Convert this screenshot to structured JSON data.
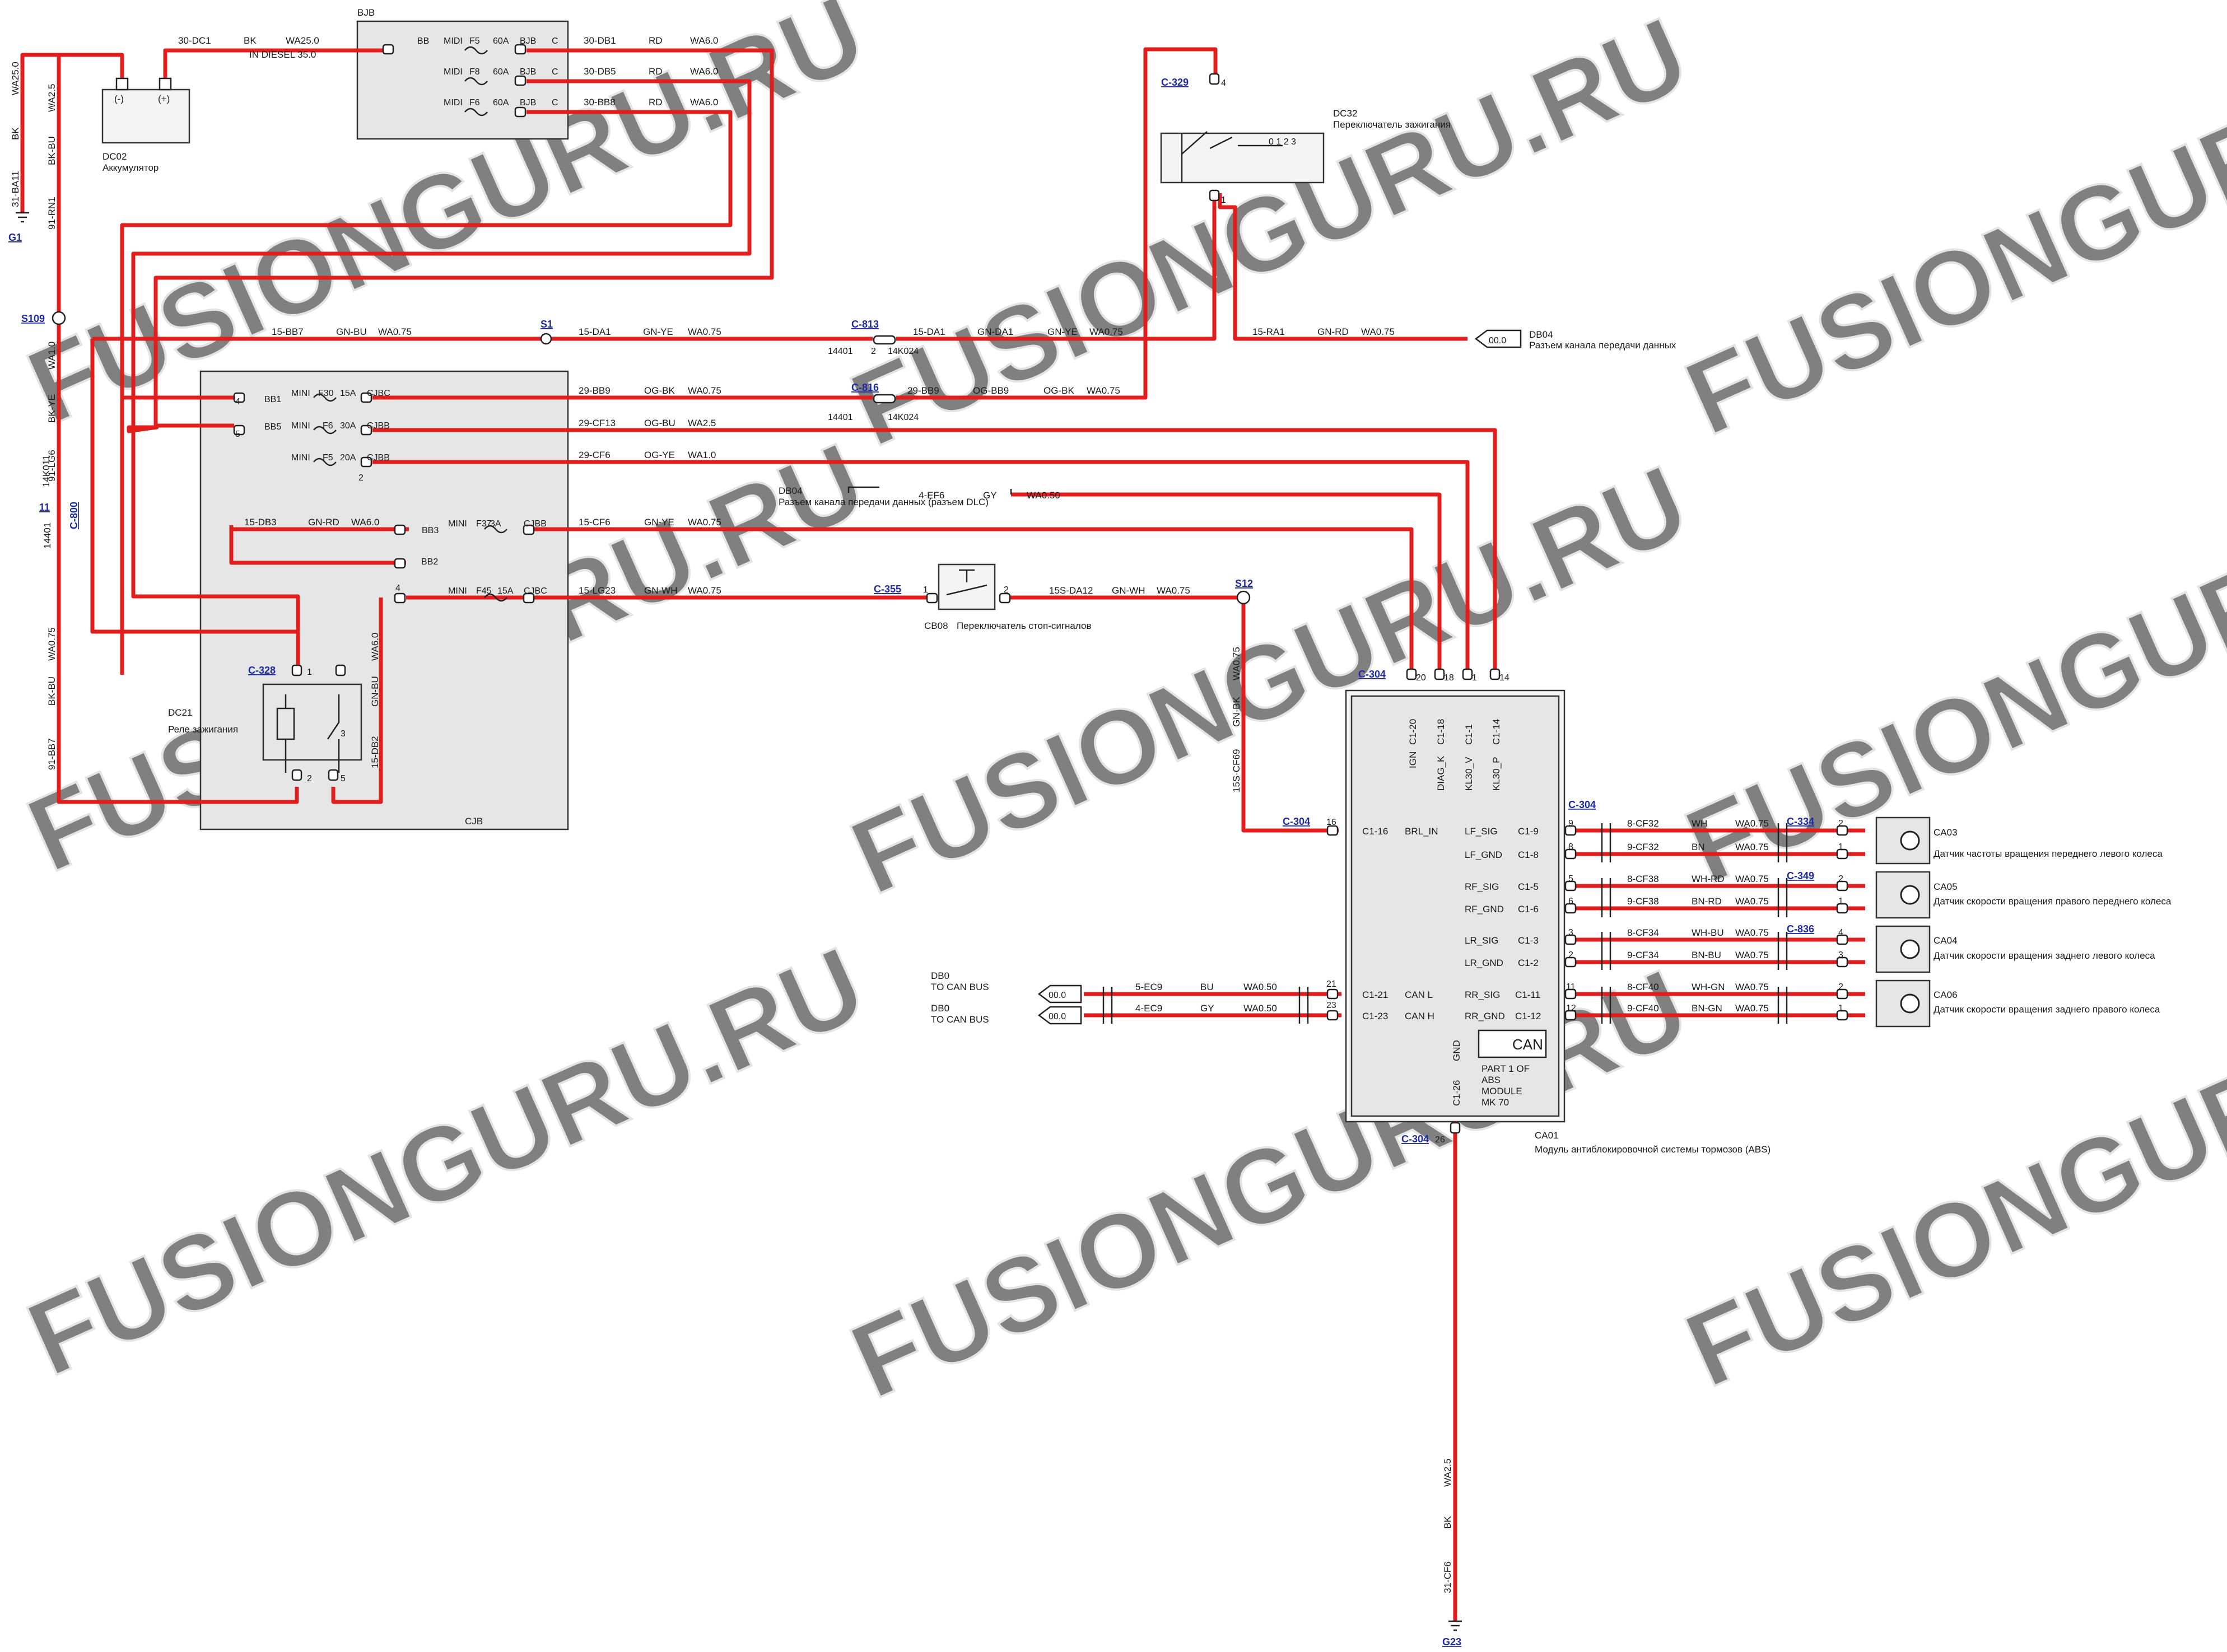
{
  "top": {
    "bjb_label": "BJB",
    "wire_30dc1": "30-DC1",
    "wire_30dc1_color": "BK",
    "wire_30dc1_size": "WA25.0",
    "in_diesel": "IN DIESEL 35.0",
    "bjb_rows": [
      {
        "pin": "BB",
        "fuse": "MIDI",
        "f": "F5",
        "amp": "60A",
        "conn": "BJB",
        "c": "C",
        "wire": "30-DB1",
        "color": "RD",
        "size": "WA6.0"
      },
      {
        "pin": "",
        "fuse": "MIDI",
        "f": "F8",
        "amp": "60A",
        "conn": "BJB",
        "c": "C",
        "wire": "30-DB5",
        "color": "RD",
        "size": "WA6.0"
      },
      {
        "pin": "",
        "fuse": "MIDI",
        "f": "F6",
        "amp": "60A",
        "conn": "BJB",
        "c": "C",
        "wire": "30-BB8",
        "color": "RD",
        "size": "WA6.0"
      }
    ]
  },
  "battery": {
    "code": "DC02",
    "name": "Аккумулятор",
    "minus": "(-)",
    "plus": "(+)",
    "ground": "G1",
    "wire_left": "31-BA11",
    "wire_left_color": "BK",
    "wire_left_size": "WA25.0",
    "wire_right": "91-RN1",
    "wire_right_color": "BK-BU",
    "wire_right_size": "WA2.5"
  },
  "left": {
    "splice": "S109",
    "wire_a_color": "BK-YE",
    "wire_a_size": "WA1.0",
    "wire_a": "14401",
    "c800": "C-800",
    "c800_pin": "11",
    "wire_14k011": "14K011",
    "wire_lg6": "91-LG6",
    "wire_b": "91-BB7",
    "wire_b_color": "BK-BU",
    "wire_b_size": "WA0.75"
  },
  "ignition_switch": {
    "code": "DC32",
    "name": "Переключатель зажигания",
    "conn": "C-329",
    "pin_top": "4",
    "pin_bottom": "1",
    "positions": "0 1 2 3"
  },
  "row_15": {
    "w1": "15-BB7",
    "w1_color": "GN-BU",
    "w1_size": "WA0.75",
    "splice": "S1",
    "w2": "15-DA1",
    "w2_color": "GN-YE",
    "w2_size": "WA0.75",
    "conn": "C-813",
    "conn_pin": "2",
    "conn_a": "14401",
    "conn_b": "14K024",
    "w3": "15-DA1",
    "w3_color": "GN-DA1",
    "w3_color2": "GN-YE",
    "w3_size": "WA0.75",
    "w4": "15-RA1",
    "w4_color": "GN-RD",
    "w4_size": "WA0.75",
    "db04_val": "00.0",
    "db04_code": "DB04",
    "db04_name": "Разъем канала передачи данных"
  },
  "cjb": {
    "label": "CJB",
    "rows": [
      {
        "bb": "BB1",
        "mini": "MINI",
        "f": "F30",
        "amp": "15A",
        "conn": "CJBC",
        "wire": "29-BB9",
        "color": "OG-BK",
        "size": "WA0.75",
        "pin": "4"
      },
      {
        "bb": "BB5",
        "mini": "MINI",
        "f": "F6",
        "amp": "30A",
        "conn": "CJBB",
        "wire": "29-CF13",
        "color": "OG-BU",
        "size": "WA2.5",
        "pin": "5"
      },
      {
        "bb": "",
        "mini": "MINI",
        "f": "F5",
        "amp": "20A",
        "conn": "CJBB",
        "wire": "29-CF6",
        "color": "OG-YE",
        "size": "WA1.0",
        "pin": "2"
      }
    ],
    "c816": "C-816",
    "c816_a": "14401",
    "c816_b": "14K024",
    "c816_wire": "29-BB9",
    "c816_color": "OG-BB9",
    "c816_color2": "OG-BK",
    "c816_size": "WA0.75",
    "db3_wire": "15-DB3",
    "db3_color": "GN-RD",
    "db3_size": "WA6.0",
    "bb3": "BB3",
    "bb3_mini": "MINI",
    "bb3_f": "F37",
    "bb3_amp": "3A",
    "bb3_conn": "CJBB",
    "bb3_wire": "15-CF6",
    "bb3_color": "GN-YE",
    "bb3_size": "WA0.75",
    "bb2": "BB2",
    "lg_pin": "4",
    "lg_mini": "MINI",
    "lg_f": "F45",
    "lg_amp": "15A",
    "lg_conn": "CJBC",
    "lg_wire": "15-LG23",
    "lg_color": "GN-WH",
    "lg_size": "WA0.75",
    "db2_wire": "15-DB2",
    "db2_color": "GN-BU",
    "db2_size": "WA6.0"
  },
  "dlc": {
    "code": "DB04",
    "name": "Разъем канала передачи данных (разъем DLC)",
    "wire": "4-EF6",
    "color": "GY",
    "size": "WA0.50"
  },
  "brake_switch": {
    "conn": "C-355",
    "pin1": "1",
    "pin2": "2",
    "code": "CB08",
    "name": "Переключатель стоп-сигналов",
    "wire": "15S-DA12",
    "color": "GN-WH",
    "size": "WA0.75",
    "splice": "S12",
    "down_wire": "15S-CF69",
    "down_color": "GN-BK",
    "down_size": "WA0.75"
  },
  "relay": {
    "conn": "C-328",
    "code": "DC21",
    "name": "Реле зажигания",
    "pins": [
      "1",
      "3",
      "2",
      "5"
    ]
  },
  "abs": {
    "conn": "C-304",
    "top_pins": [
      {
        "num": "20",
        "c": "C1-20",
        "sig": "IGN"
      },
      {
        "num": "18",
        "c": "C1-18",
        "sig": "DIAG_K"
      },
      {
        "num": "1",
        "c": "C1-1",
        "sig": "KL30_V"
      },
      {
        "num": "14",
        "c": "C1-14",
        "sig": "KL30_P"
      }
    ],
    "brl_pin": "16",
    "brl_c": "C1-16",
    "brl_sig": "BRL_IN",
    "brl_conn": "C-304",
    "can_rows": [
      {
        "db": "DB0",
        "bus": "TO CAN BUS",
        "val": "00.0",
        "wire": "5-EC9",
        "color": "BU",
        "size": "WA0.50",
        "pin": "21",
        "c": "C1-21",
        "sig": "CAN L"
      },
      {
        "db": "DB0",
        "bus": "TO CAN BUS",
        "val": "00.0",
        "wire": "4-EC9",
        "color": "GY",
        "size": "WA0.50",
        "pin": "23",
        "c": "C1-23",
        "sig": "CAN H"
      }
    ],
    "right_conn": "C-304",
    "sensors": [
      {
        "rows": [
          {
            "sig": "LF_SIG",
            "c": "C1-9",
            "pin": "9",
            "wire": "8-CF32",
            "color": "WH",
            "size": "WA0.75",
            "spin": "2"
          },
          {
            "sig": "LF_GND",
            "c": "C1-8",
            "pin": "8",
            "wire": "9-CF32",
            "color": "BN",
            "size": "WA0.75",
            "spin": "1"
          }
        ],
        "conn": "C-334",
        "code": "CA03",
        "name": "Датчик частоты вращения переднего левого колеса"
      },
      {
        "rows": [
          {
            "sig": "RF_SIG",
            "c": "C1-5",
            "pin": "5",
            "wire": "8-CF38",
            "color": "WH-RD",
            "size": "WA0.75",
            "spin": "2"
          },
          {
            "sig": "RF_GND",
            "c": "C1-6",
            "pin": "6",
            "wire": "9-CF38",
            "color": "BN-RD",
            "size": "WA0.75",
            "spin": "1"
          }
        ],
        "conn": "C-349",
        "code": "CA05",
        "name": "Датчик скорости вращения правого переднего колеса"
      },
      {
        "rows": [
          {
            "sig": "LR_SIG",
            "c": "C1-3",
            "pin": "3",
            "wire": "8-CF34",
            "color": "WH-BU",
            "size": "WA0.75",
            "spin": "4"
          },
          {
            "sig": "LR_GND",
            "c": "C1-2",
            "pin": "2",
            "wire": "9-CF34",
            "color": "BN-BU",
            "size": "WA0.75",
            "spin": "3"
          }
        ],
        "conn": "C-836",
        "code": "CA04",
        "name": "Датчик скорости вращения заднего левого колеса"
      },
      {
        "rows": [
          {
            "sig": "RR_SIG",
            "c": "C1-11",
            "pin": "11",
            "wire": "8-CF40",
            "color": "WH-GN",
            "size": "WA0.75",
            "spin": "2"
          },
          {
            "sig": "RR_GND",
            "c": "C1-12",
            "pin": "12",
            "wire": "9-CF40",
            "color": "BN-GN",
            "size": "WA0.75",
            "spin": "1"
          }
        ],
        "conn": "",
        "code": "CA06",
        "name": "Датчик скорости вращения заднего правого колеса"
      }
    ],
    "can_label": "CAN",
    "part_lines": [
      "PART 1 OF",
      "ABS",
      "MODULE",
      "MK 70"
    ],
    "gnd_sig": "GND",
    "gnd_c": "C1-26",
    "gnd_conn": "C-304",
    "gnd_pin": "26",
    "code": "CA01",
    "name": "Модуль антиблокировочной системы тормозов (ABS)",
    "gnd_wire": "31-CF6",
    "gnd_color": "BK",
    "gnd_size": "WA2.5",
    "ground": "G23"
  },
  "watermark": "FUSIONGURU.RU",
  "colors": {
    "wire": "#e21d1d",
    "box": "#e6e6e6",
    "ref": "#1f2aa8"
  }
}
